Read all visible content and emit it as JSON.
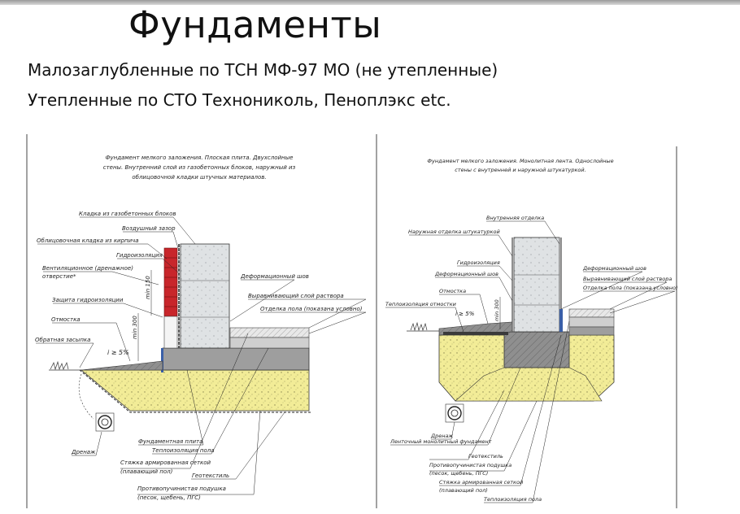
{
  "slide": {
    "title": "Фундаменты",
    "subtitle1": "Малозаглубленные  по ТСН МФ-97 МО (не утепленные)",
    "subtitle2": "Утепленные  по СТО Технониколь, Пеноплэкс etc."
  },
  "left_drawing": {
    "caption": [
      "Фундамент мелкого заложения. Плоская плита. Двухслойные",
      "стены. Внутренний слой из газобетонных блоков, наружный из",
      "облицовочной кладки штучных материалов."
    ],
    "labels": {
      "gas_blocks": "Кладка из газобетонных блоков",
      "air_gap": "Воздушный зазор",
      "brick_facing": "Облицовочная кладка из кирпича",
      "waterproof": "Гидроизоляция",
      "vent_1": "Вентиляционное (дренажное)",
      "vent_2": "отверстие*",
      "waterproof_guard": "Защита гидроизоляции",
      "blind_area": "Отмостка",
      "backfill": "Обратная засыпка",
      "deformation_joint": "Деформационный шов",
      "leveling_layer": "Выравнивающий слой раствора",
      "floor_finish": "Отделка пола (показана условно)",
      "drainage": "Дренаж",
      "slab": "Фундаментная плита",
      "floor_insulation": "Теплоизоляция пола",
      "screed_1": "Стяжка армированная сеткой",
      "screed_2": "(плавающий пол)",
      "geotextile": "Геотекстиль",
      "cushion_1": "Противопучинистая подушка",
      "cushion_2": "(песок, щебень, ПГС)",
      "min300": "min 300",
      "min150": "min 150",
      "slope": "i ≥ 5%"
    }
  },
  "right_drawing": {
    "caption": [
      "Фундамент мелкого заложения. Монолитная лента. Однослойные",
      "стены с внутренней и наружной штукатуркой."
    ],
    "labels": {
      "inner_finish": "Внутренняя отделка",
      "outer_finish": "Наружная отделка штукатуркой",
      "waterproof": "Гидроизоляция",
      "deformation_joint": "Деформационный шов",
      "blind_area": "Отмостка",
      "blind_insulation": "Теплоизоляция отмостки",
      "deformation_joint_r": "Деформационный шов",
      "leveling_layer": "Выравнивающий слой раствора",
      "floor_finish": "Отделка пола (показана условно)",
      "drainage": "Дренаж",
      "strip": "Ленточный монолитный фундамент",
      "geotextile": "Геотекстиль",
      "cushion_1": "Противопучинистая подушка",
      "cushion_2": "(песок, щебень, ПГС)",
      "screed": "Стяжка армированная сеткой",
      "screed_2": "(плавающий пол)",
      "insulation": "Теплоизоляция пола",
      "min300": "min 300",
      "slope": "i ≥ 5%"
    }
  },
  "colors": {
    "sand": "#f2ec97",
    "concrete_block": "#dfe2e4",
    "slab": "#9e9e9e",
    "brick": "#c8262b",
    "insulation": "#5a5a5a",
    "line": "#222222"
  }
}
